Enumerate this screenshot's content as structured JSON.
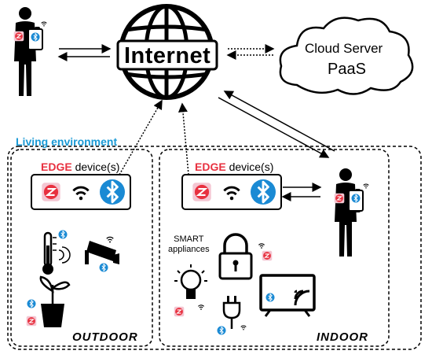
{
  "internet": {
    "label": "Internet"
  },
  "cloud": {
    "line1": "Cloud Server",
    "line2": "PaaS"
  },
  "living_environment": {
    "label": "Living environment"
  },
  "edge_outdoor": {
    "edge_word": "EDGE",
    "rest": " device(s)"
  },
  "edge_indoor": {
    "edge_word": "EDGE",
    "rest": " device(s)"
  },
  "smart": {
    "line1": "SMART",
    "line2": "appliances"
  },
  "zones": {
    "outdoor": "OUTDOOR",
    "indoor": "INDOOR"
  },
  "icons": [
    "person-icon",
    "globe-icon",
    "cloud-icon",
    "zigbee-icon",
    "wifi-icon",
    "bluetooth-icon",
    "thermometer-icon",
    "cctv-camera-icon",
    "plant-icon",
    "bulb-icon",
    "lock-icon",
    "plug-icon",
    "tv-icon"
  ],
  "colors": {
    "bluetooth": "#1a8ad4",
    "zigbee": "#e8303f",
    "accent_text": "#1a9ad6"
  }
}
